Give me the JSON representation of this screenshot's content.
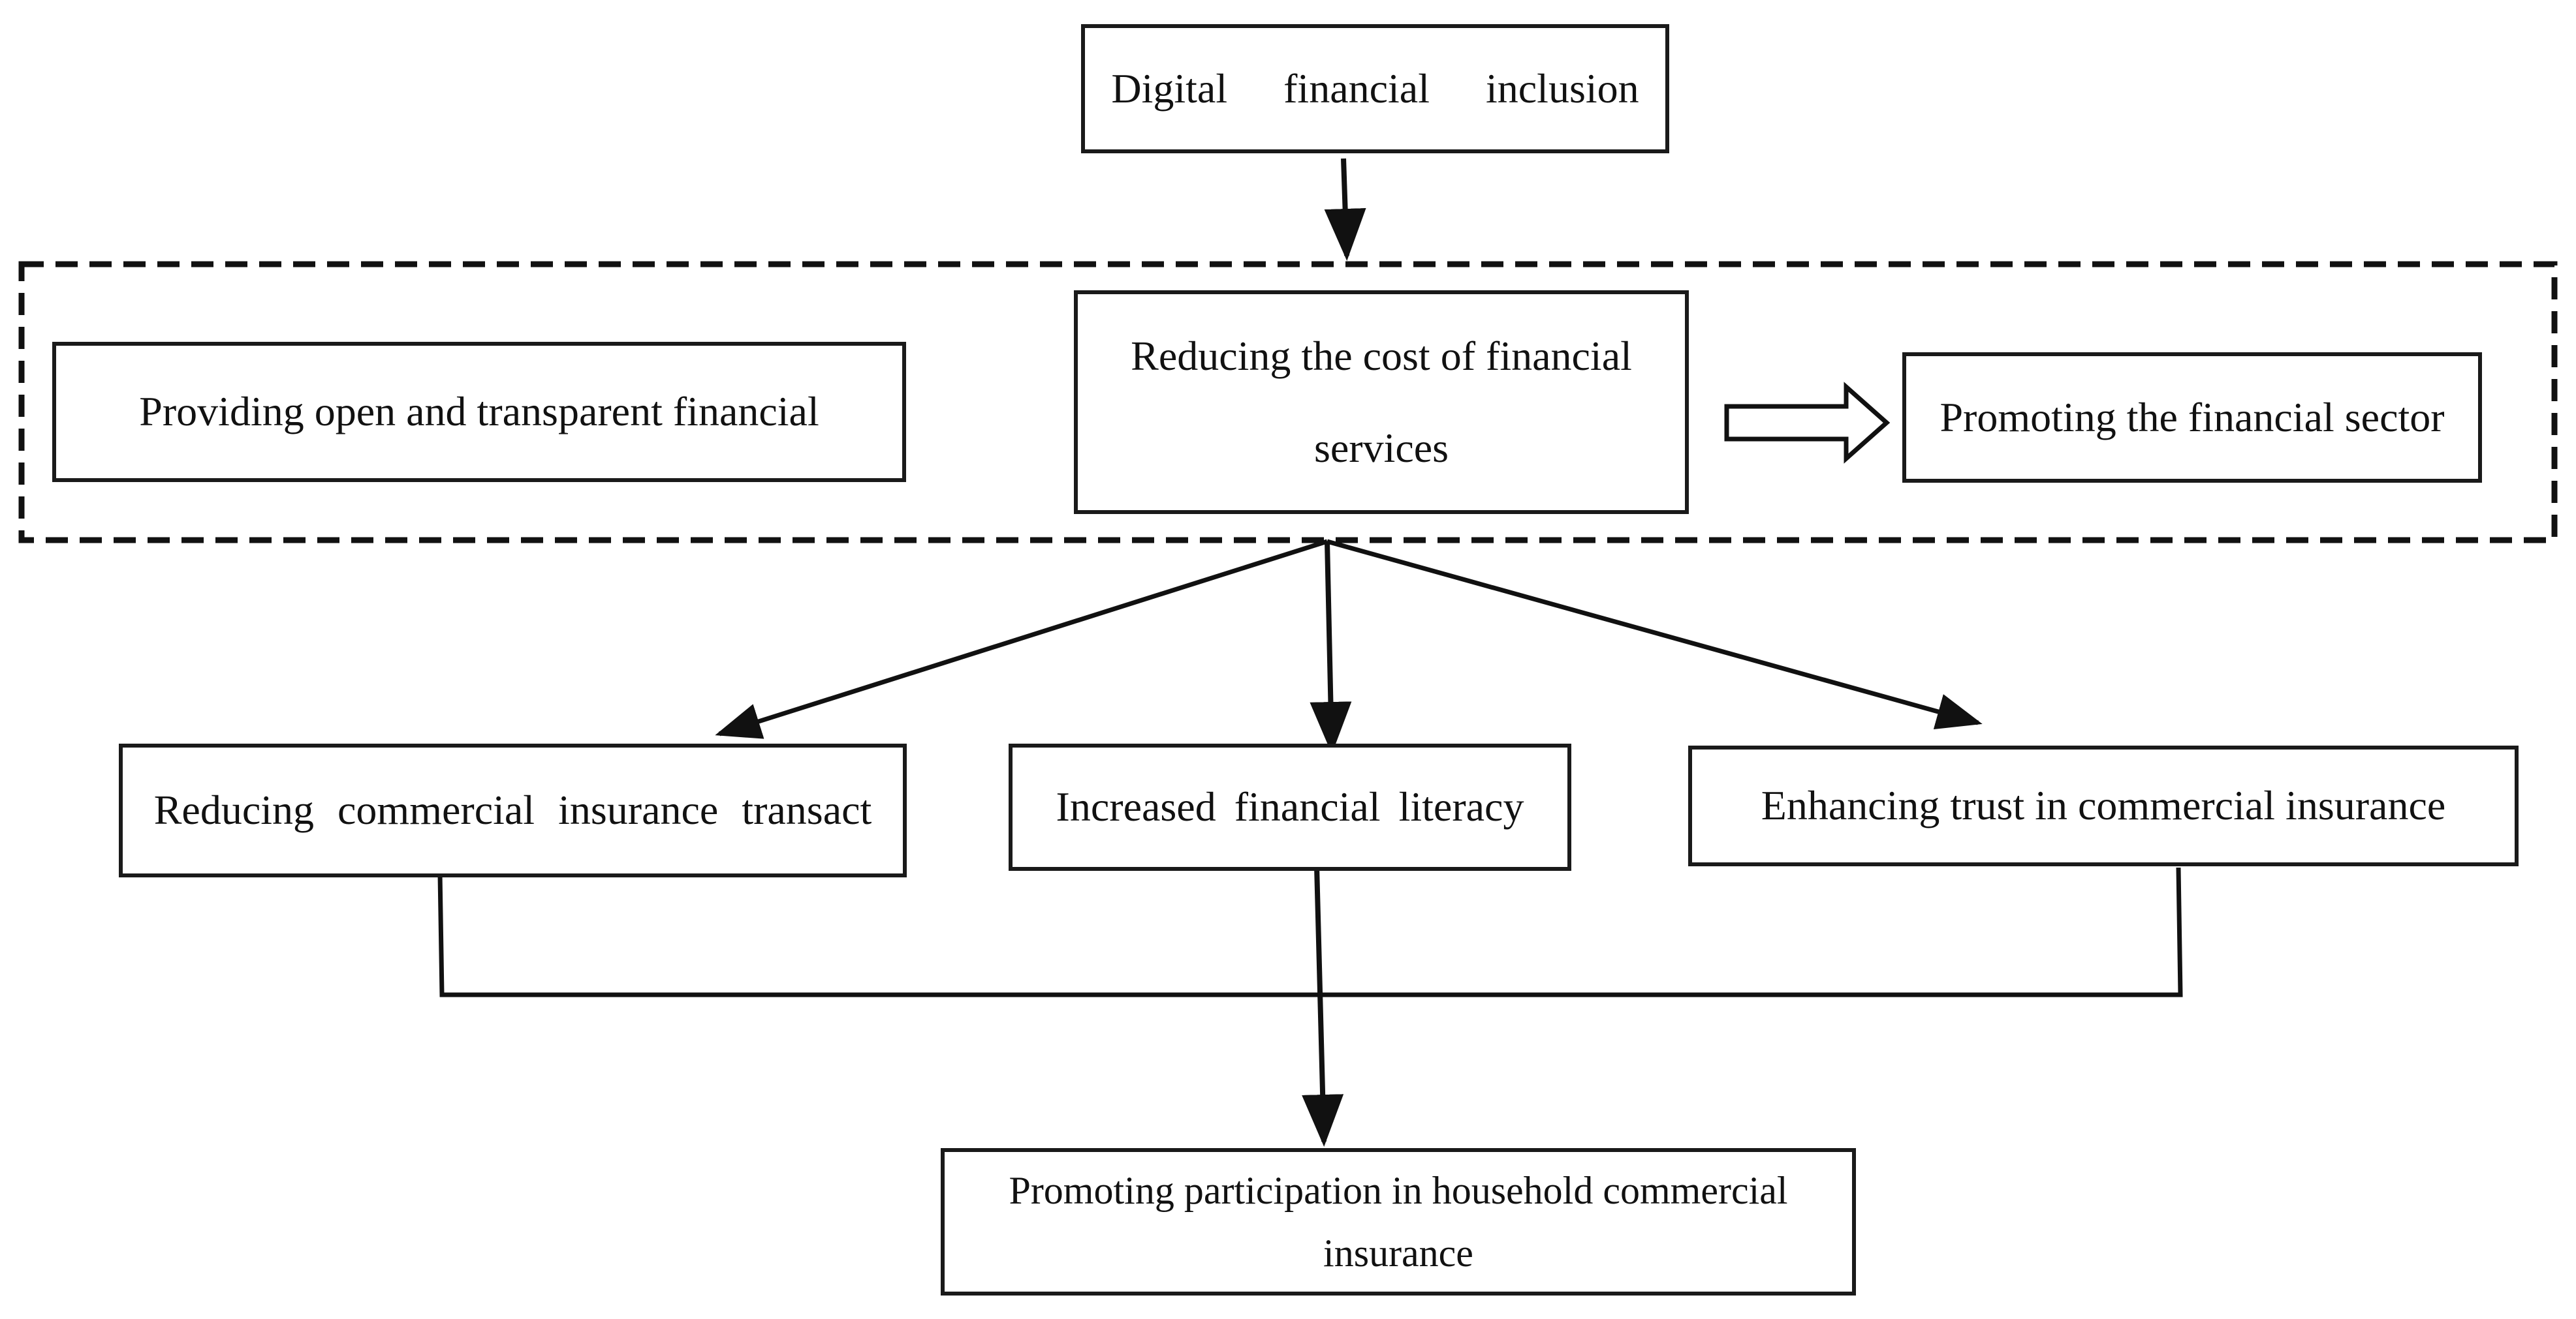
{
  "diagram": {
    "top_node": {
      "label": "Digital financial inclusion"
    },
    "mechanism_group": {
      "left_node": {
        "label": "Providing open and transparent financial"
      },
      "center_node": {
        "label": "Reducing the cost of financial services"
      },
      "right_node": {
        "label": "Promoting the financial sector"
      }
    },
    "channel_nodes": [
      {
        "label": "Reducing commercial insurance transact"
      },
      {
        "label": "Increased financial literacy"
      },
      {
        "label": "Enhancing trust in commercial insurance"
      }
    ],
    "outcome_node": {
      "label": "Promoting participation in household commercial insurance"
    }
  }
}
